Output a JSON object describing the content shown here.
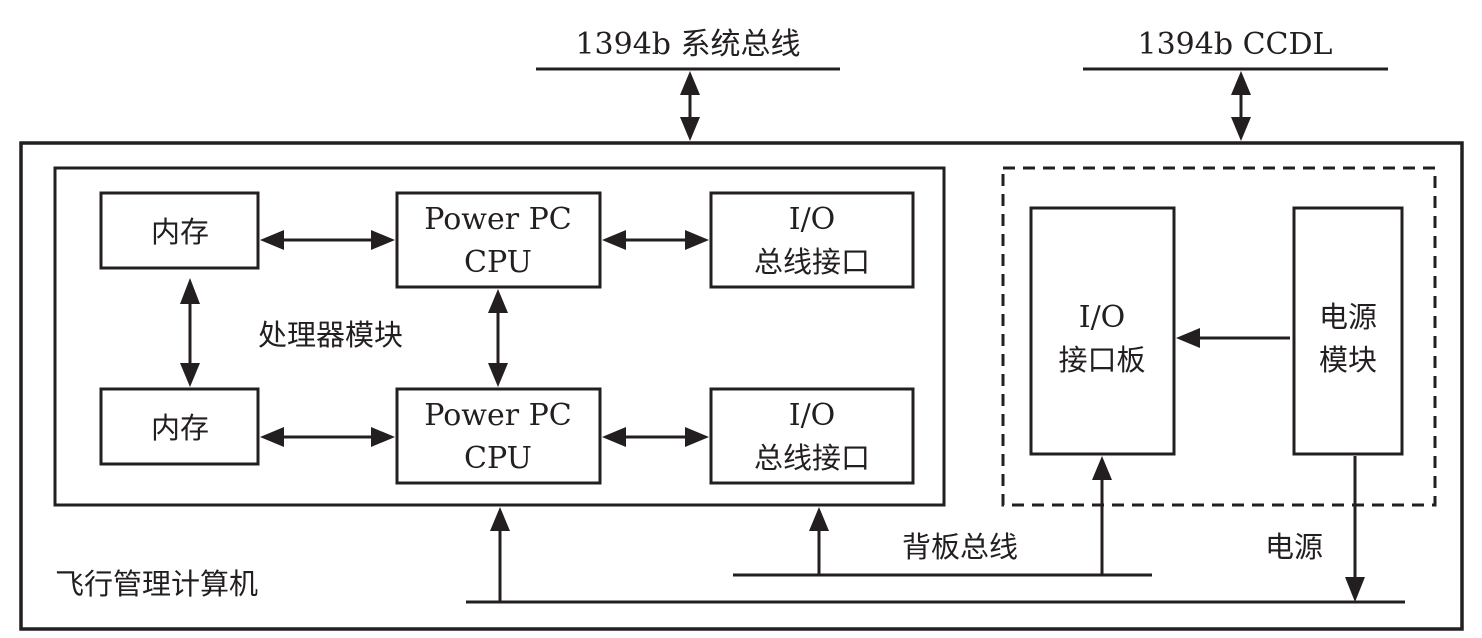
{
  "buses": {
    "system_bus_label": "1394b 系统总线",
    "ccdl_label": "1394b  CCDL",
    "backplane_bus_label": "背板总线",
    "power_label": "电源"
  },
  "computer_label": "飞行管理计算机",
  "processor_module": {
    "label": "处理器模块",
    "channels": [
      {
        "memory": "内存",
        "cpu_line1": "Power PC",
        "cpu_line2": "CPU",
        "io_line1": "I/O",
        "io_line2": "总线接口"
      },
      {
        "memory": "内存",
        "cpu_line1": "Power PC",
        "cpu_line2": "CPU",
        "io_line1": "I/O",
        "io_line2": "总线接口"
      }
    ]
  },
  "io_board": {
    "line1": "I/O",
    "line2": "接口板"
  },
  "power_module": {
    "line1": "电源",
    "line2": "模块"
  }
}
